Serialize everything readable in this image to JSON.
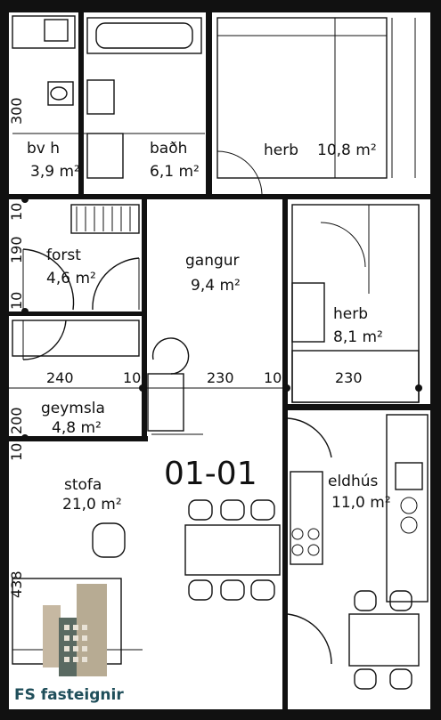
{
  "plan_id": "01-01",
  "rooms": {
    "bvh": {
      "name": "bv h",
      "area": "3,9 m²"
    },
    "badh": {
      "name": "baðh",
      "area": "6,1 m²"
    },
    "herb1": {
      "name": "herb",
      "area": "10,8 m²"
    },
    "forst": {
      "name": "forst",
      "area": "4,6 m²"
    },
    "gangur": {
      "name": "gangur",
      "area": "9,4 m²"
    },
    "herb2": {
      "name": "herb",
      "area": "8,1 m²"
    },
    "geymsla": {
      "name": "geymsla",
      "area": "4,8 m²"
    },
    "stofa": {
      "name": "stofa",
      "area": "21,0 m²"
    },
    "eldhus": {
      "name": "eldhús",
      "area": "11,0 m²"
    }
  },
  "dimensions": {
    "d300": "300",
    "d10a": "10",
    "d190": "190",
    "d10b": "10",
    "d240": "240",
    "d10c": "10",
    "d230a": "230",
    "d10d": "10",
    "d230b": "230",
    "d200": "200",
    "d10e": "10",
    "d438": "438"
  },
  "logo": {
    "text": "FS fasteignir",
    "color": "#1f4e5a"
  }
}
